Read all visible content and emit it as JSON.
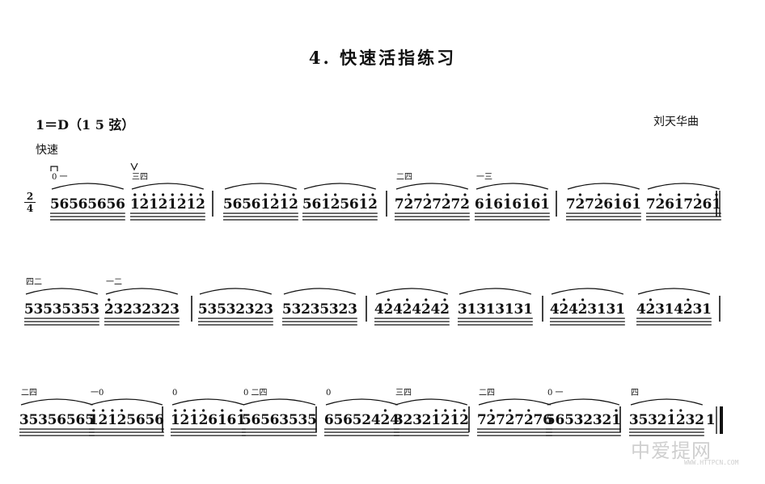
{
  "header": {
    "title": "4. 快速活指练习",
    "key": "1＝D（1 5 弦）",
    "composer": "刘天华曲",
    "tempo": "快速",
    "time_signature": {
      "top": "2",
      "bottom": "4"
    }
  },
  "rows": [
    {
      "groups": [
        {
          "notes": "56565656",
          "mark": "0 一",
          "bow": "down-bow"
        },
        {
          "notes": "12121212",
          "mark": "三四",
          "bow": "up-bow"
        },
        {
          "notes": "56561212",
          "mark": ""
        },
        {
          "notes": "56125612",
          "mark": ""
        },
        {
          "notes": "72727272",
          "mark": "二四"
        },
        {
          "notes": "61616161",
          "mark": "一三"
        },
        {
          "notes": "72726161",
          "mark": ""
        },
        {
          "notes": "72617261",
          "mark": ""
        }
      ]
    },
    {
      "groups": [
        {
          "notes": "53535353",
          "mark": "四二"
        },
        {
          "notes": "23232323",
          "mark": "一二"
        },
        {
          "notes": "53532323",
          "mark": ""
        },
        {
          "notes": "53235323",
          "mark": ""
        },
        {
          "notes": "42424242",
          "mark": ""
        },
        {
          "notes": "31313131",
          "mark": ""
        },
        {
          "notes": "42423131",
          "mark": ""
        },
        {
          "notes": "42314231",
          "mark": ""
        }
      ]
    },
    {
      "groups": [
        {
          "notes": "35356565",
          "mark": "二四"
        },
        {
          "notes": "12125656",
          "mark": "一0"
        },
        {
          "notes": "12126161",
          "mark": "0"
        },
        {
          "notes": "56563535",
          "mark": "0 二四"
        },
        {
          "notes": "65652424",
          "mark": "0"
        },
        {
          "notes": "32321212",
          "mark": "三四"
        },
        {
          "notes": "72727276",
          "mark": "二四"
        },
        {
          "notes": "56532321",
          "mark": "0 一"
        },
        {
          "notes": "35321232",
          "mark": "四"
        },
        {
          "notes": "1",
          "mark": ""
        }
      ]
    }
  ],
  "watermark": {
    "text": "中爱提网",
    "sub": "WWW.HTTPCN.COM"
  }
}
